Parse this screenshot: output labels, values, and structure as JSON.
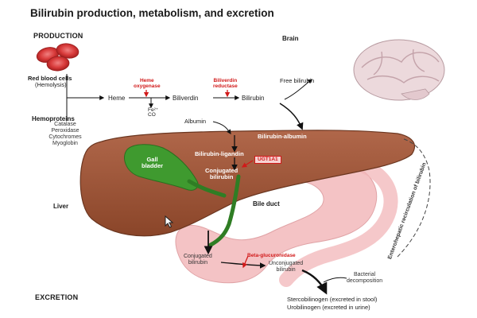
{
  "title": "Bilirubin production, metabolism, and excretion",
  "sections": {
    "production": "PRODUCTION",
    "excretion": "EXCRETION"
  },
  "labels": {
    "brain": "Brain",
    "rbc": "Red blood cells",
    "hemolysis": "(Hemolysis)",
    "heme": "Heme",
    "biliverdin": "Biliverdin",
    "bilirubin": "Bilirubin",
    "free_bilirubin": "Free bilirubin",
    "heme_oxygenase_1": "Heme",
    "heme_oxygenase_2": "oxygenase",
    "biliverdin_reductase_1": "Biliverdin",
    "biliverdin_reductase_2": "reductase",
    "fe": "Fe²⁺",
    "co": "CO",
    "hemoproteins": "Hemoproteins",
    "hemoprotein_items": [
      "Catalase",
      "Peroxidase",
      "Cytochromes",
      "Myoglobin"
    ],
    "albumin": "Albumin",
    "bilirubin_albumin": "Bilirubin-albumin",
    "bilirubin_ligandin": "Bilirubin-ligandin",
    "ugt1a1": "UGT1A1",
    "gallbladder_1": "Gall",
    "gallbladder_2": "bladder",
    "conjugated_liver_1": "Conjugated",
    "conjugated_liver_2": "bilirubin",
    "liver": "Liver",
    "bile_duct": "Bile duct",
    "conjugated_gut_1": "Conjugated",
    "conjugated_gut_2": "bilirubin",
    "beta_glucuronidase": "Beta-glucuronidase",
    "unconjugated_1": "Unconjugated",
    "unconjugated_2": "bilirubin",
    "bacterial_1": "Bacterial",
    "bacterial_2": "decomposition",
    "stercobilinogen": "Stercobilinogen (excreted in stool)",
    "urobilinogen": "Urobilinogen (excreted in urine)",
    "enterohepatic": "Enterohepatic recirculation of bilirubin"
  },
  "colors": {
    "liver": "#9a5235",
    "liver_dark": "#6b3620",
    "gallbladder": "#3f9a2f",
    "bile": "#2f7d24",
    "intestine": "#f4c3c5",
    "rbc": "#d83a3a",
    "brain": "#ecd9dc",
    "enzyme_red": "#d11919"
  },
  "icons": [
    "cursor-icon"
  ]
}
